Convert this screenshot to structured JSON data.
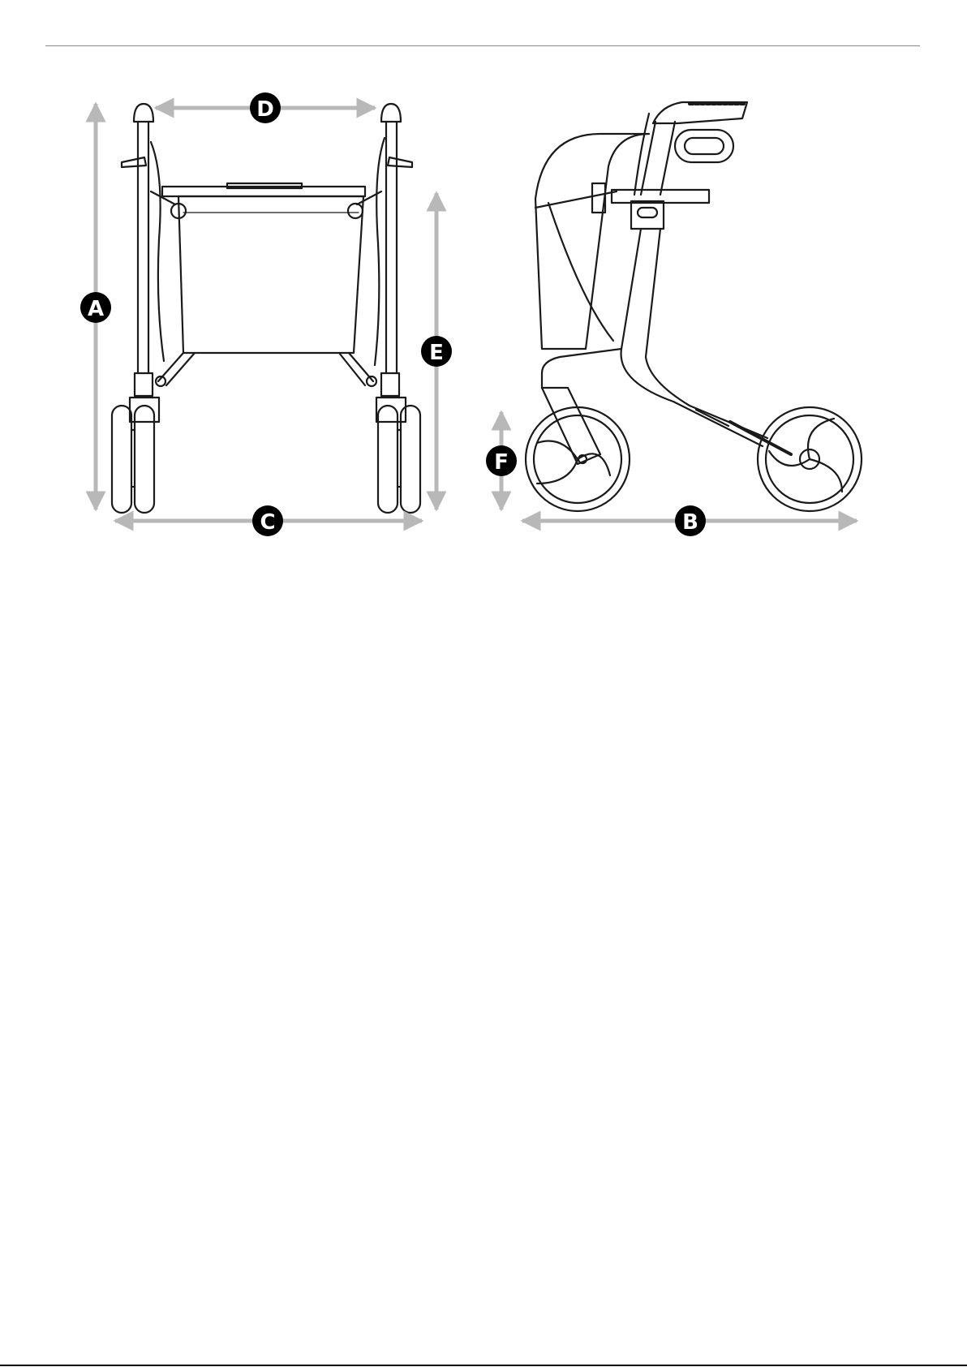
{
  "figure": {
    "views": [
      "front-view",
      "side-view"
    ],
    "dimension_labels": {
      "A": "A",
      "B": "B",
      "C": "C",
      "D": "D",
      "E": "E",
      "F": "F"
    },
    "colors": {
      "arrow": "#b8b8b8",
      "badge": "#000000",
      "badge_text": "#ffffff",
      "line_art": "#1a1a1a"
    }
  }
}
